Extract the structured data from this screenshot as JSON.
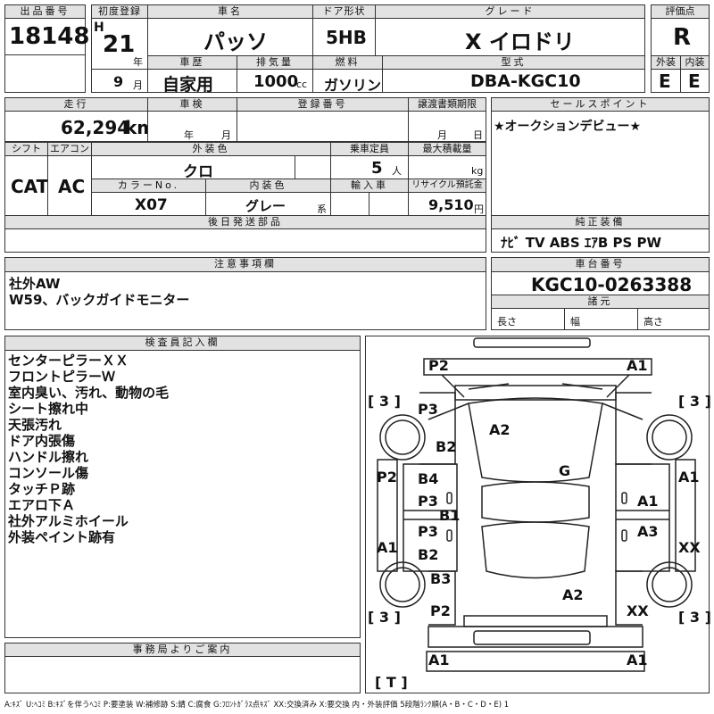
{
  "header": {
    "lot_no_label": "出品番号",
    "lot_no": "18148",
    "first_reg_label": "初度登録",
    "era": "H",
    "year": "21",
    "year_unit": "年",
    "month": "9",
    "month_unit": "月",
    "car_name_label": "車名",
    "car_name": "パッソ",
    "door_label": "ドア形状",
    "door": "5HB",
    "grade_label": "グレード",
    "grade": "X イロドリ",
    "score_label": "評価点",
    "score": "R",
    "history_label": "車歴",
    "history": "自家用",
    "displacement_label": "排気量",
    "displacement": "1000",
    "displacement_unit": "cc",
    "fuel_label": "燃料",
    "fuel": "ガソリン",
    "model_label": "型式",
    "model": "DBA-KGC10",
    "exterior_label": "外装",
    "exterior_grade": "E",
    "interior_label": "内装",
    "interior_grade": "E"
  },
  "row2": {
    "mileage_label": "走行",
    "mileage": "62,294",
    "mileage_unit": "km",
    "inspection_label": "車検",
    "insp_year_unit": "年",
    "insp_month_unit": "月",
    "reg_no_label": "登録番号",
    "deadline_label": "譲渡書類期限",
    "dl_month_unit": "月",
    "dl_day_unit": "日",
    "sales_point_label": "セールスポイント",
    "sales_point": "★オークションデビュー★"
  },
  "row3": {
    "shift_label": "シフト",
    "shift": "CAT",
    "ac_label": "エアコン",
    "ac": "AC",
    "color_label": "外装色",
    "color": "クロ",
    "capacity_label": "乗車定員",
    "capacity": "5",
    "capacity_unit": "人",
    "load_label": "最大積載量",
    "load_unit": "kg",
    "color_no_label": "カラーNo.",
    "color_no": "X07",
    "interior_color_label": "内装色",
    "interior_color": "グレー",
    "interior_color_unit": "系",
    "import_label": "輸入車",
    "recycle_label": "リサイクル預託金",
    "recycle": "9,510",
    "recycle_unit": "円"
  },
  "later_parts_label": "後日発送部品",
  "equipment": {
    "label": "純正装備",
    "value": "ﾅﾋﾞ TV ABS ｴｱB PS PW"
  },
  "notes": {
    "label": "注意事項欄",
    "lines": [
      "社外AW",
      "W59、バックガイドモニター"
    ]
  },
  "chassis": {
    "label": "車台番号",
    "value": "KGC10-0263388",
    "spec_label": "諸元",
    "length_label": "長さ",
    "width_label": "幅",
    "height_label": "高さ"
  },
  "inspector": {
    "label": "検査員記入欄",
    "lines": [
      "センターピラーＸＸ",
      "フロントピラーＷ",
      "室内臭い、汚れ、動物の毛",
      "シート擦れ中",
      "天張汚れ",
      "ドア内張傷",
      "ハンドル擦れ",
      "コンソール傷",
      "タッチＰ跡",
      "エアロ下Ａ",
      "社外アルミホイール",
      "外装ペイント跡有"
    ]
  },
  "office": {
    "label": "事務局よりご案内"
  },
  "diagram_marks": {
    "p2_tl": "P2",
    "a1_tr": "A1",
    "b3_l": "[ 3 ]",
    "b3_r": "[ 3 ]",
    "p3_top": "P3",
    "b2_top": "B2",
    "a2_roof": "A2",
    "g_glass": "G",
    "p2_l": "P2",
    "a1_r": "A1",
    "b4": "B4",
    "p3_mid": "P3",
    "b1": "B1",
    "a1_mid": "A1",
    "p3_low": "P3",
    "a3": "A3",
    "a1_l": "A1",
    "b2_low": "B2",
    "xx_r": "XX",
    "b3": "B3",
    "a2_low": "A2",
    "p2_low": "P2",
    "xx_low": "XX",
    "b3_bl": "[ 3 ]",
    "b3_br": "[ 3 ]",
    "a1_bl": "A1",
    "a1_br": "A1",
    "t": "[ T ]"
  },
  "legend": "A:ｷｽﾞ U:ﾍｺﾐ B:ｷｽﾞを伴うﾍｺﾐ P:要塗装 W:補修跡 S:錆 C:腐食 G:ﾌﾛﾝﾄｶﾞﾗｽ点ｷｽﾞ XX:交換済み X:要交換 内・外装評価 5段階ﾗﾝｸ順(A・B・C・D・E) 1"
}
